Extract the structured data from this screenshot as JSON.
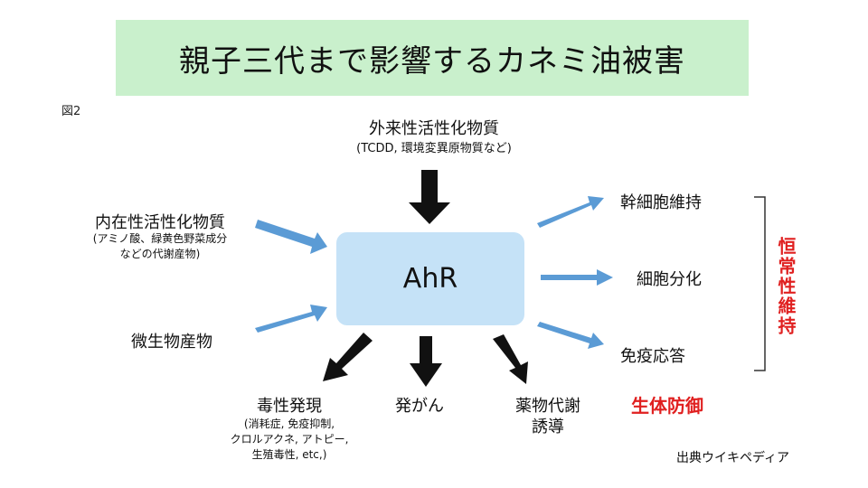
{
  "title": "親子三代まで影響するカネミ油被害",
  "figure_label": "図2",
  "center": "AhR",
  "inputs": {
    "external": {
      "label": "外来性活性化物質",
      "sub": "(TCDD, 環境変異原物質など)"
    },
    "internal": {
      "label": "内在性活性化物質",
      "sub_line1": "(アミノ酸、緑黄色野菜成分",
      "sub_line2": "などの代謝産物)"
    },
    "microbial": {
      "label": "微生物産物"
    }
  },
  "outputs": {
    "stem_cell": "幹細胞維持",
    "differentiation": "細胞分化",
    "immune": "免疫応答",
    "homeostasis": "恒常性維持",
    "toxicity": {
      "label": "毒性発現",
      "sub_line1": "(消耗症, 免疫抑制,",
      "sub_line2": "クロルアクネ, アトピー,",
      "sub_line3": "生殖毒性, etc,)"
    },
    "cancer": "発がん",
    "drug_metab_line1": "薬物代謝",
    "drug_metab_line2": "誘導",
    "defense": "生体防御"
  },
  "source": "出典ウイキペディア",
  "colors": {
    "banner": "#c9f0cc",
    "center_box": "#c5e2f7",
    "blue_arrow": "#5b9bd5",
    "black_arrow": "#111111",
    "red_text": "#e02020"
  }
}
